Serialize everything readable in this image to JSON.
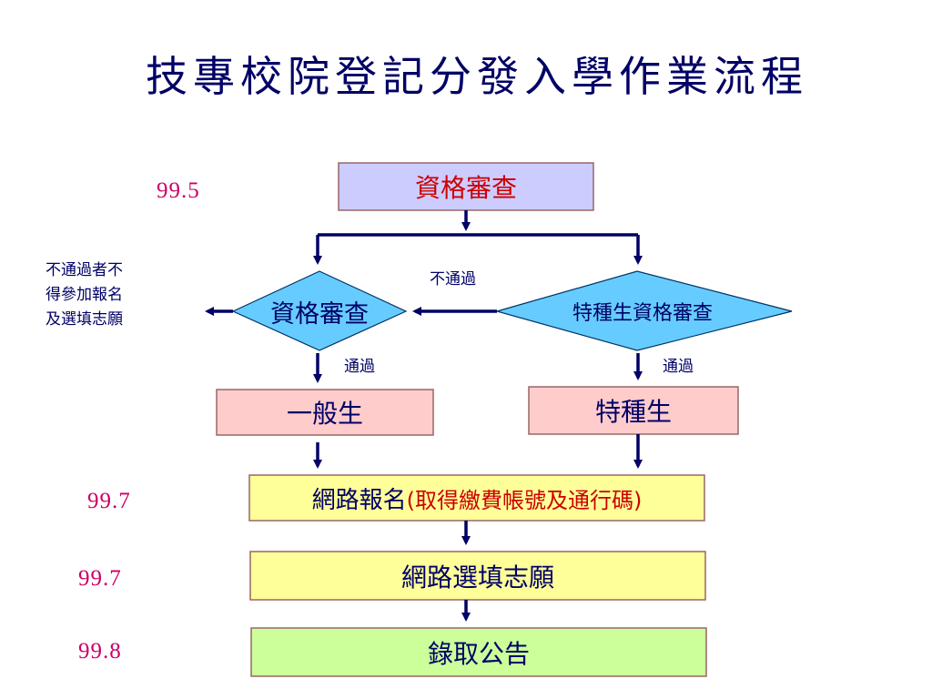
{
  "title": "技專校院登記分發入學作業流程",
  "colors": {
    "title": "#000066",
    "date": "#cc0066",
    "navy": "#000066",
    "red_text": "#cc0000",
    "lavender": "#ccccff",
    "pink": "#ffcccc",
    "yellow": "#ffff99",
    "green": "#ccff99",
    "diamond": "#66ccff"
  },
  "steps": {
    "review": "資格審查",
    "diamond_left": "資格審查",
    "diamond_right": "特種生資格審查",
    "general": "一般生",
    "special": "特種生",
    "register_main": "網路報名",
    "register_detail": "(取得繳費帳號及通行碼)",
    "fill": "網路選填志願",
    "announce": "錄取公告"
  },
  "labels": {
    "fail_right": "不通過",
    "pass_left": "通過",
    "pass_right": "通過"
  },
  "fail_note": [
    "不通過者不",
    "得參加報名",
    "及選填志願"
  ],
  "dates": {
    "review": "99.5",
    "register": "99.7",
    "fill": "99.7",
    "announce": "99.8"
  }
}
